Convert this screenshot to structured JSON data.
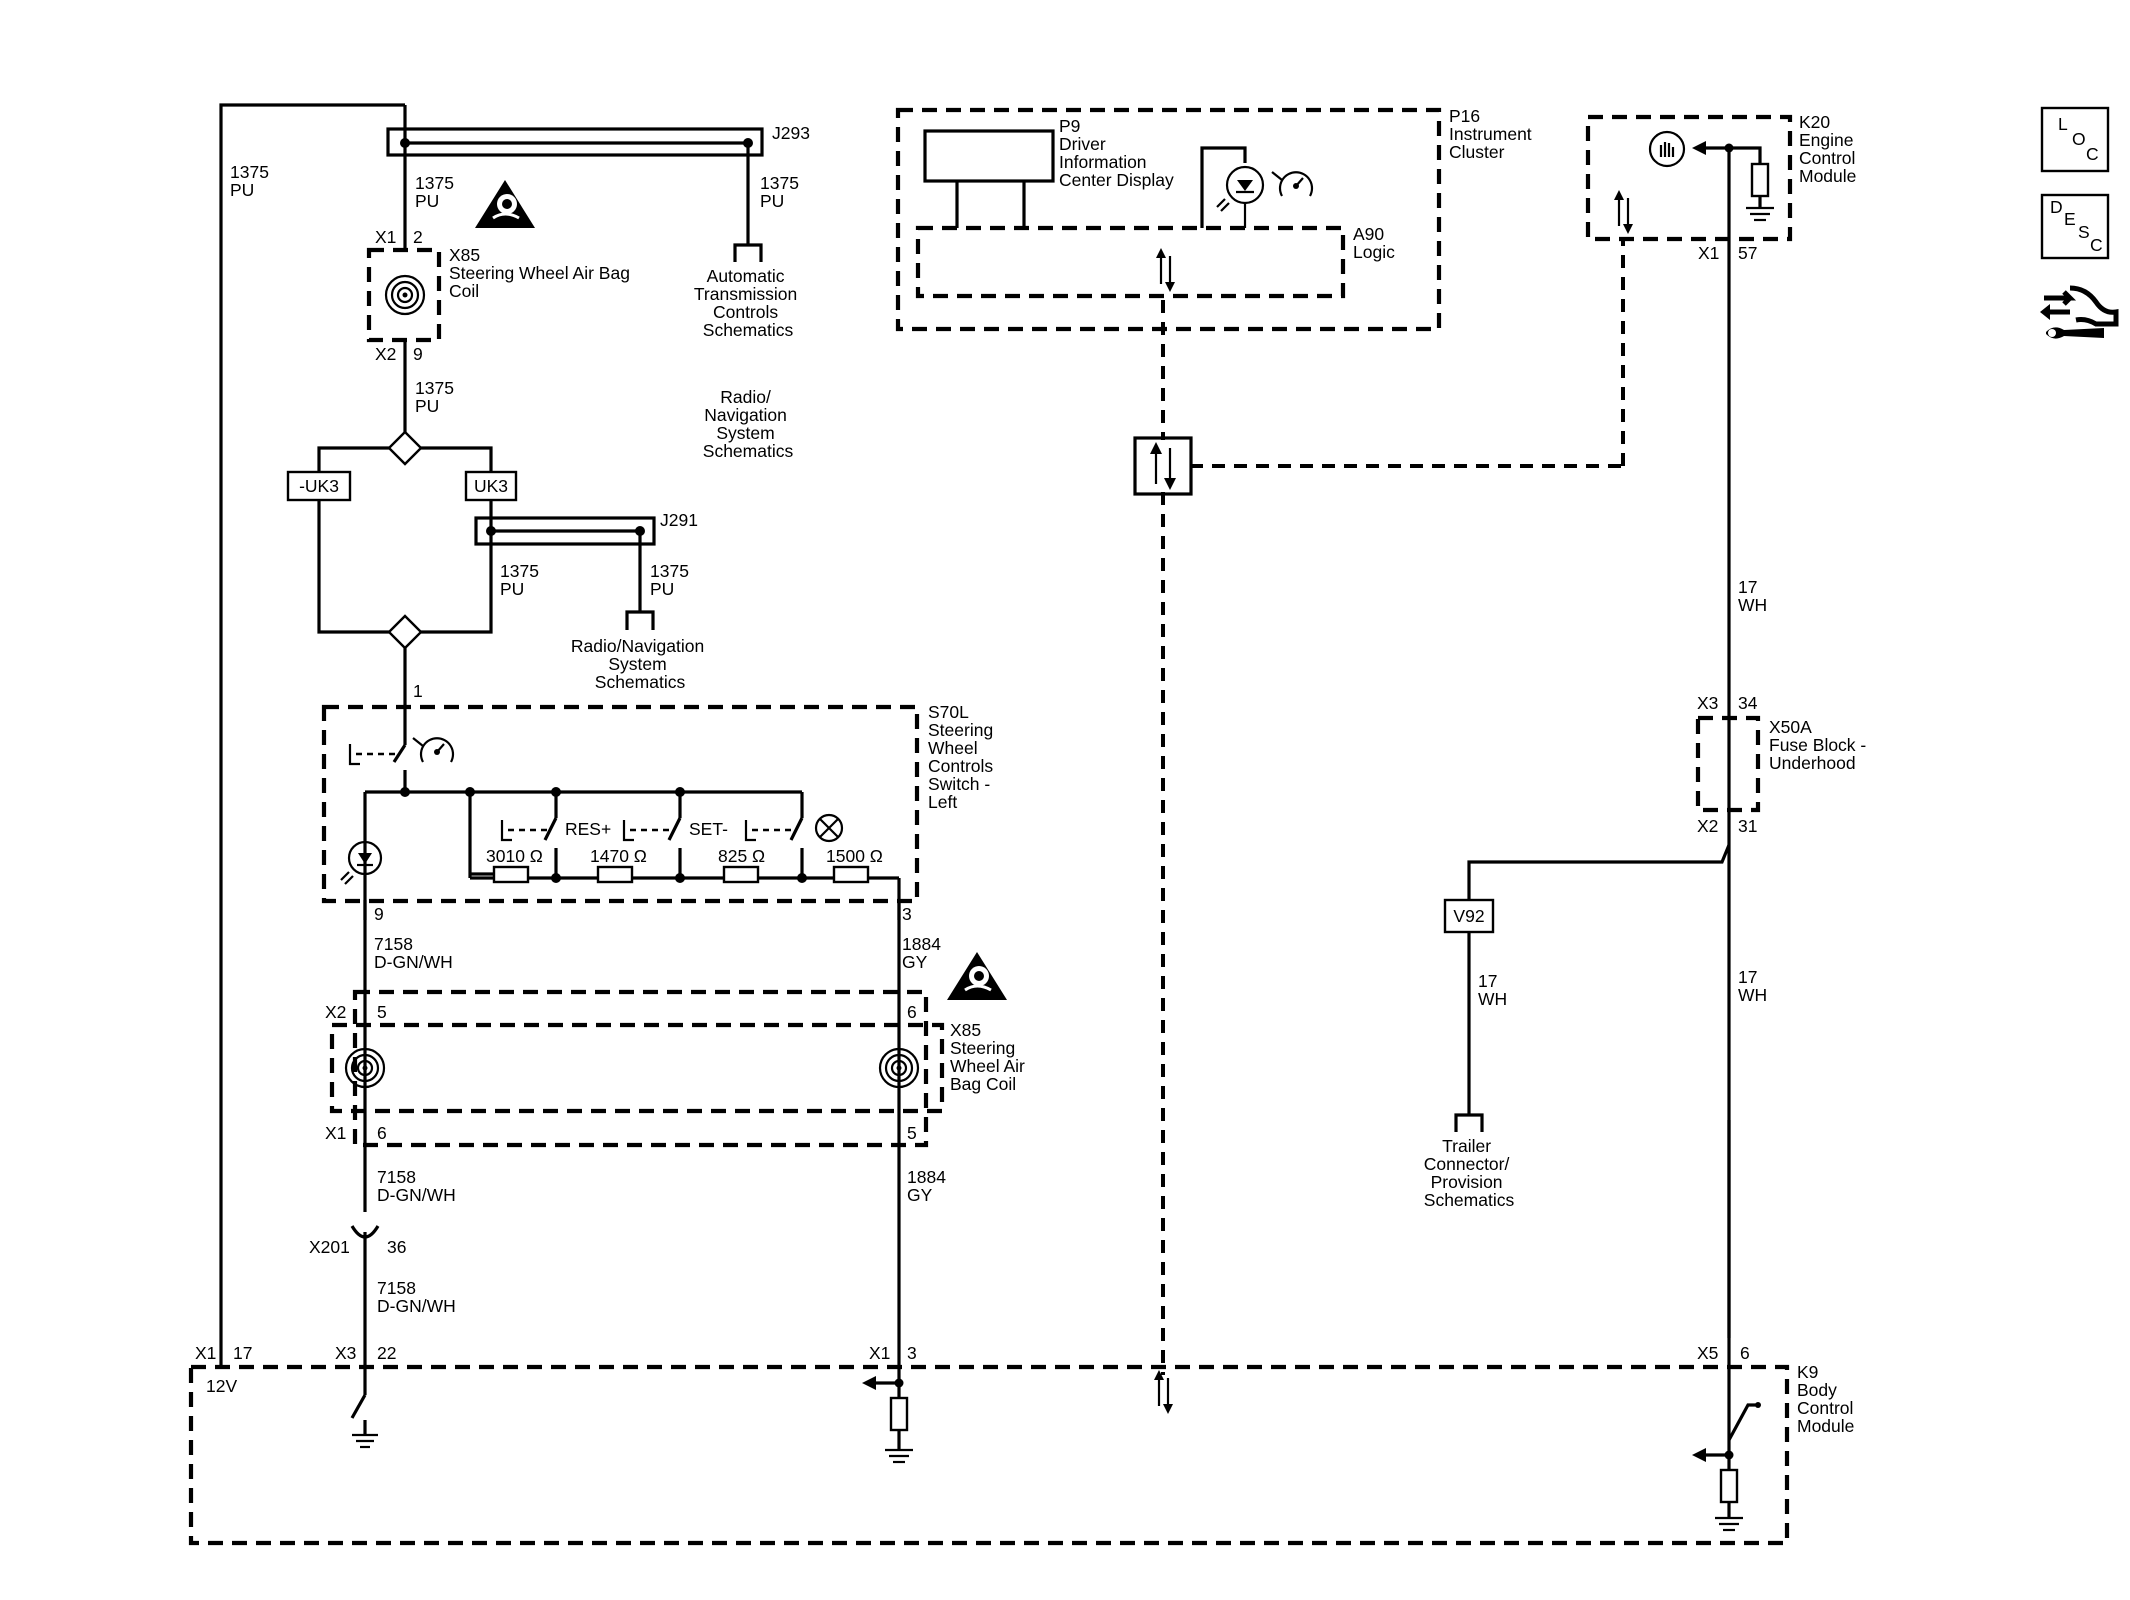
{
  "nav": {
    "loc": [
      "L",
      "O",
      "C"
    ],
    "desc": [
      "D",
      "E",
      "S",
      "C"
    ]
  },
  "labels": {
    "j293": "J293",
    "j291": "J291",
    "w1375": "1375",
    "pu": "PU",
    "x1": "X1",
    "x2": "X2",
    "x3": "X3",
    "x5": "X5",
    "x85": "X85",
    "x85_name": [
      "Steering Wheel Air Bag",
      "Coil"
    ],
    "x85b_name": [
      "Steering",
      "Wheel Air",
      "Bag Coil"
    ],
    "auto_trans": [
      "Automatic",
      "Transmission",
      "Controls",
      "Schematics"
    ],
    "radio_nav_a": [
      "Radio/",
      "Navigation",
      "System",
      "Schematics"
    ],
    "radio_nav_b": [
      "Radio/Navigation",
      "System",
      "Schematics"
    ],
    "uk3_neg": "-UK3",
    "uk3": "UK3",
    "s70l": [
      "S70L",
      "Steering",
      "Wheel",
      "Controls",
      "Switch -",
      "Left"
    ],
    "res": "RES+",
    "set": "SET-",
    "r1": "3010 Ω",
    "r2": "1470 Ω",
    "r3": "825 Ω",
    "r4": "1500 Ω",
    "w7158": "7158",
    "dgnwh": "D-GN/WH",
    "w1884": "1884",
    "gy": "GY",
    "x201": "X201",
    "v12": "12V",
    "p16": [
      "P16",
      "Instrument",
      "Cluster"
    ],
    "p9": [
      "P9",
      "Driver",
      "Information",
      "Center Display"
    ],
    "a90": [
      "A90",
      "Logic"
    ],
    "k20": [
      "K20",
      "Engine",
      "Control",
      "Module"
    ],
    "w17": "17",
    "wh": "WH",
    "x50a": [
      "X50A",
      "Fuse Block -",
      "Underhood"
    ],
    "v92": "V92",
    "trailer": [
      "Trailer",
      "Connector/",
      "Provision",
      "Schematics"
    ],
    "k9": [
      "K9",
      "Body",
      "Control",
      "Module"
    ],
    "pins": {
      "p1": "1",
      "p2": "2",
      "p3": "3",
      "p5": "5",
      "p6": "6",
      "p9": "9",
      "p17": "17",
      "p22": "22",
      "p31": "31",
      "p34": "34",
      "p36": "36",
      "p57": "57"
    }
  }
}
